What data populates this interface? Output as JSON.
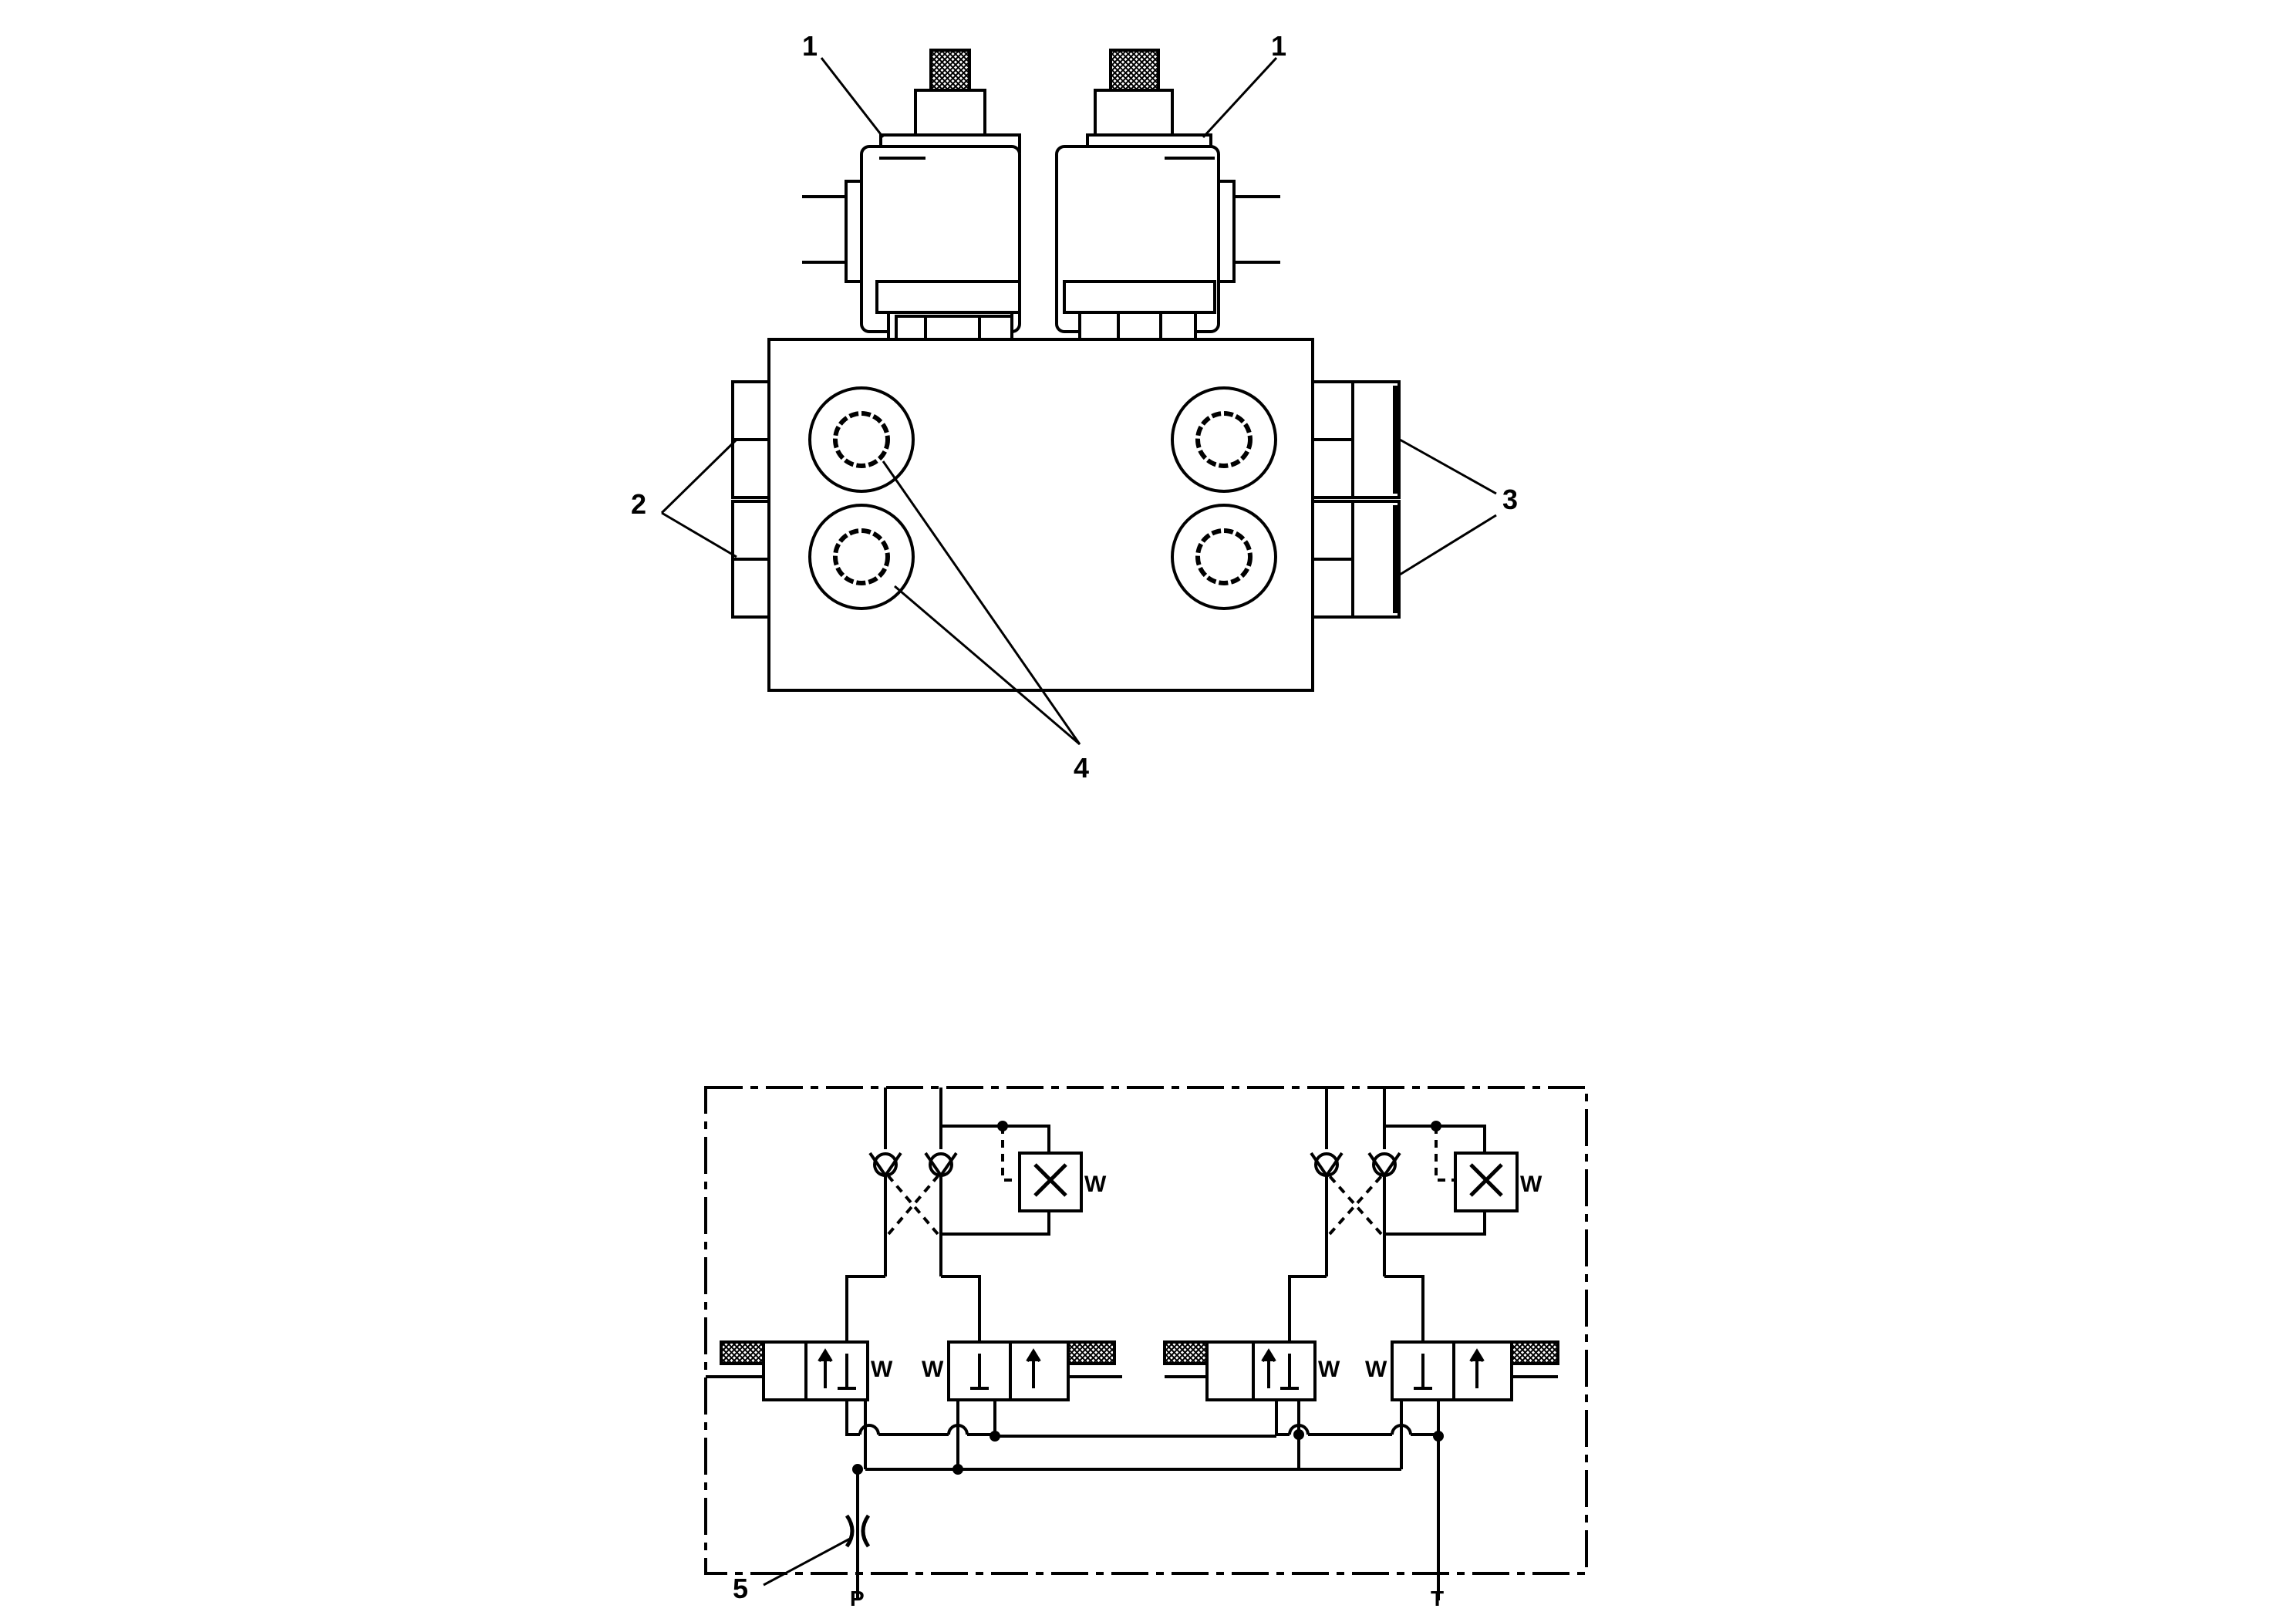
{
  "callouts": {
    "solenoid_left": "1",
    "solenoid_right": "1",
    "ports_left": "2",
    "ports_right": "3",
    "check_valves": "4",
    "orifice": "5"
  },
  "schematic": {
    "port_p": "P",
    "port_t": "T",
    "spring_symbol": "W"
  },
  "colors": {
    "line": "#000000",
    "background": "#ffffff",
    "hatch": "#333333"
  }
}
